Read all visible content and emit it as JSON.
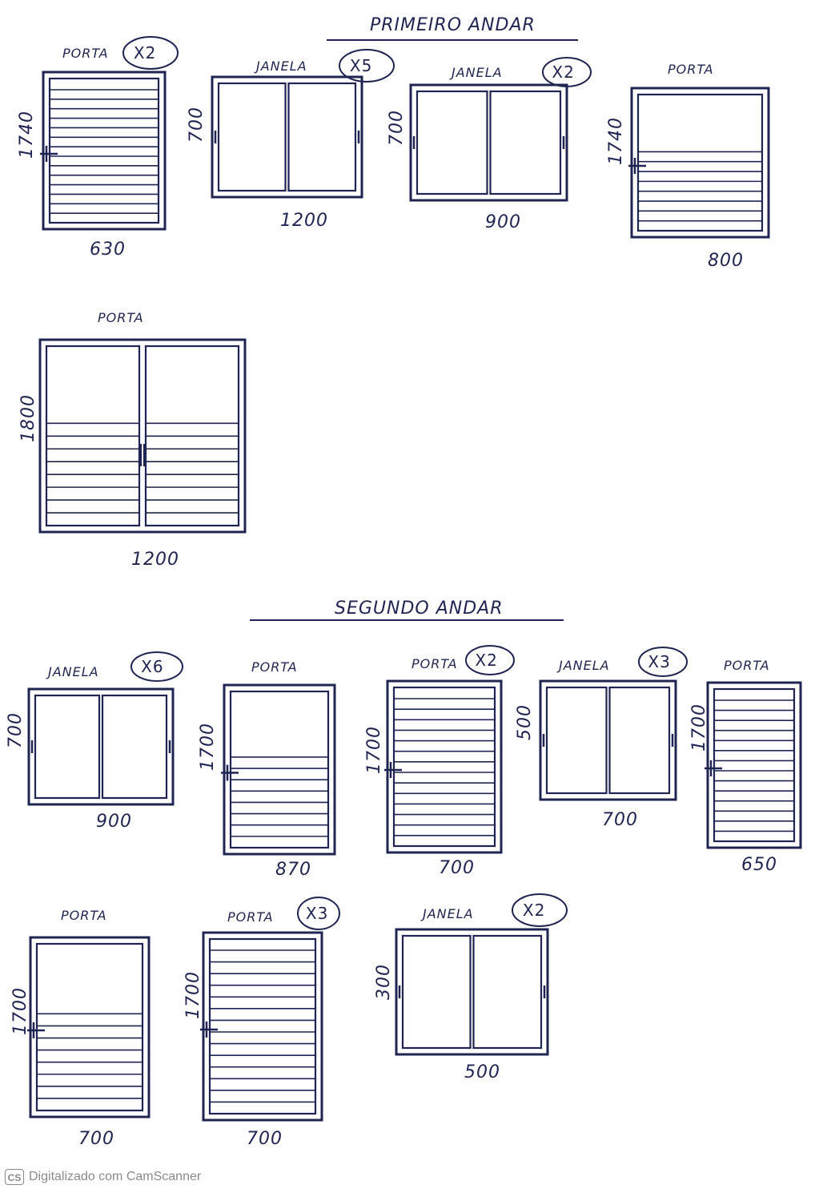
{
  "sections": [
    {
      "id": "first",
      "title": "PRIMEIRO ANDAR"
    },
    {
      "id": "second",
      "title": "SEGUNDO ANDAR"
    }
  ],
  "items": [
    {
      "id": "p1",
      "type": "PORTA",
      "qty": "X2",
      "width": "630",
      "height": "1740",
      "style": "door-louvered"
    },
    {
      "id": "p2",
      "type": "JANELA",
      "qty": "X5",
      "width": "1200",
      "height": "700",
      "style": "window-2-sash"
    },
    {
      "id": "p3",
      "type": "JANELA",
      "qty": "X2",
      "width": "900",
      "height": "700",
      "style": "window-2-sash"
    },
    {
      "id": "p4",
      "type": "PORTA",
      "qty": "",
      "width": "800",
      "height": "1740",
      "style": "door-half-louvered"
    },
    {
      "id": "p5",
      "type": "PORTA",
      "qty": "",
      "width": "1200",
      "height": "1800",
      "style": "door-double-half-louvered"
    },
    {
      "id": "s1",
      "type": "JANELA",
      "qty": "X6",
      "width": "900",
      "height": "700",
      "style": "window-2-sash"
    },
    {
      "id": "s2",
      "type": "PORTA",
      "qty": "",
      "width": "870",
      "height": "1700",
      "style": "door-half-louvered"
    },
    {
      "id": "s3",
      "type": "PORTA",
      "qty": "X2",
      "width": "700",
      "height": "1700",
      "style": "door-louvered"
    },
    {
      "id": "s4",
      "type": "JANELA",
      "qty": "X3",
      "width": "700",
      "height": "500",
      "style": "window-2-sash"
    },
    {
      "id": "s5",
      "type": "PORTA",
      "qty": "",
      "width": "650",
      "height": "1700",
      "style": "door-louvered"
    },
    {
      "id": "s6",
      "type": "PORTA",
      "qty": "",
      "width": "700",
      "height": "1700",
      "style": "door-half-louvered"
    },
    {
      "id": "s7",
      "type": "PORTA",
      "qty": "X3",
      "width": "700",
      "height": "1700",
      "style": "door-louvered"
    },
    {
      "id": "s8",
      "type": "JANELA",
      "qty": "X2",
      "width": "500",
      "height": "300",
      "style": "window-2-sash"
    }
  ],
  "footer": {
    "badge": "CS",
    "text": "Digitalizado com CamScanner"
  },
  "colors": {
    "ink": "#1f2452",
    "paper": "#ffffff",
    "footer": "#8a8a8a"
  }
}
